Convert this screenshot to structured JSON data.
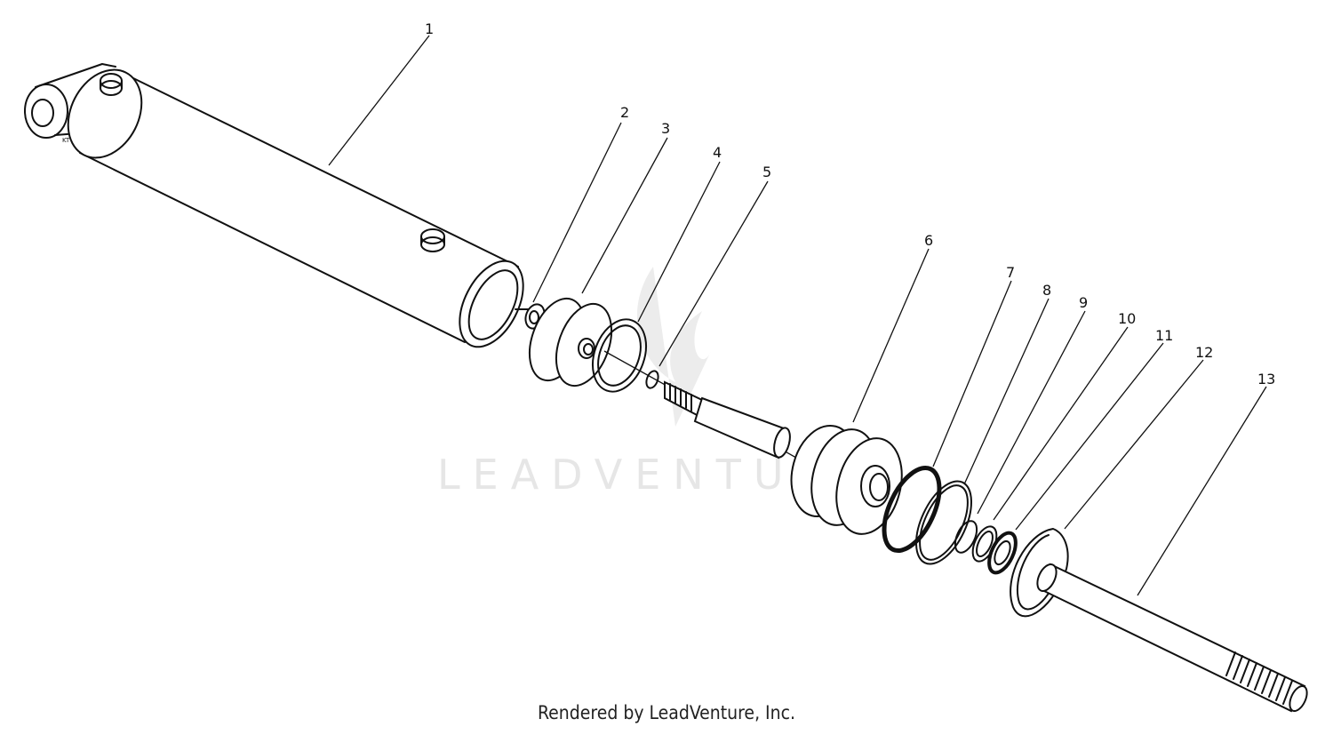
{
  "watermark": {
    "text": "LEADVENTURE"
  },
  "footer": {
    "text": "Rendered by LeadVenture, Inc."
  },
  "barrel_marking": "KT",
  "parts": [
    {
      "label": "1"
    },
    {
      "label": "2"
    },
    {
      "label": "3"
    },
    {
      "label": "4"
    },
    {
      "label": "5"
    },
    {
      "label": "6"
    },
    {
      "label": "7"
    },
    {
      "label": "8"
    },
    {
      "label": "9"
    },
    {
      "label": "10"
    },
    {
      "label": "11"
    },
    {
      "label": "12"
    },
    {
      "label": "13"
    }
  ]
}
